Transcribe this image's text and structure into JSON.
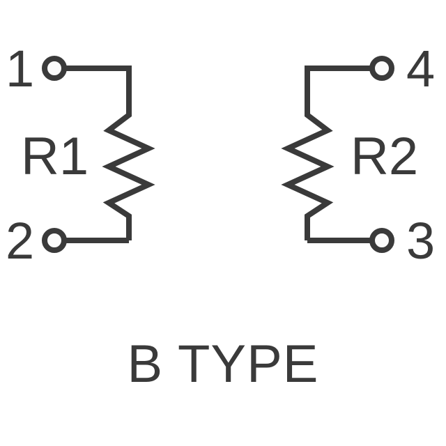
{
  "diagram": {
    "title": "B TYPE",
    "caption_label": "B TYPE",
    "stroke_color": "#3a3a3a",
    "background_color": "#ffffff",
    "terminal_fill_color": "#fbfbfb",
    "components": [
      {
        "reference": "R1",
        "type": "resistor",
        "position": "left",
        "terminals": [
          {
            "number": "1",
            "position": "top-left"
          },
          {
            "number": "2",
            "position": "bottom-left"
          }
        ]
      },
      {
        "reference": "R2",
        "type": "resistor",
        "position": "right",
        "terminals": [
          {
            "number": "4",
            "position": "top-right"
          },
          {
            "number": "3",
            "position": "bottom-right"
          }
        ]
      }
    ],
    "pins": {
      "pin1": "1",
      "pin2": "2",
      "pin3": "3",
      "pin4": "4"
    },
    "refs": {
      "r1": "R1",
      "r2": "R2"
    }
  }
}
